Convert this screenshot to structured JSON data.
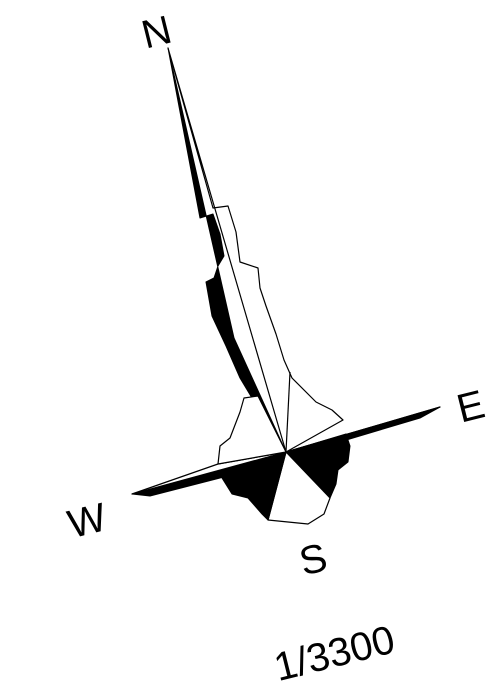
{
  "compass": {
    "north_label": "N",
    "east_label": "E",
    "south_label": "S",
    "west_label": "W"
  },
  "scale": {
    "text": "1/3300"
  },
  "colors": {
    "ink": "#000000",
    "paper": "#ffffff"
  }
}
